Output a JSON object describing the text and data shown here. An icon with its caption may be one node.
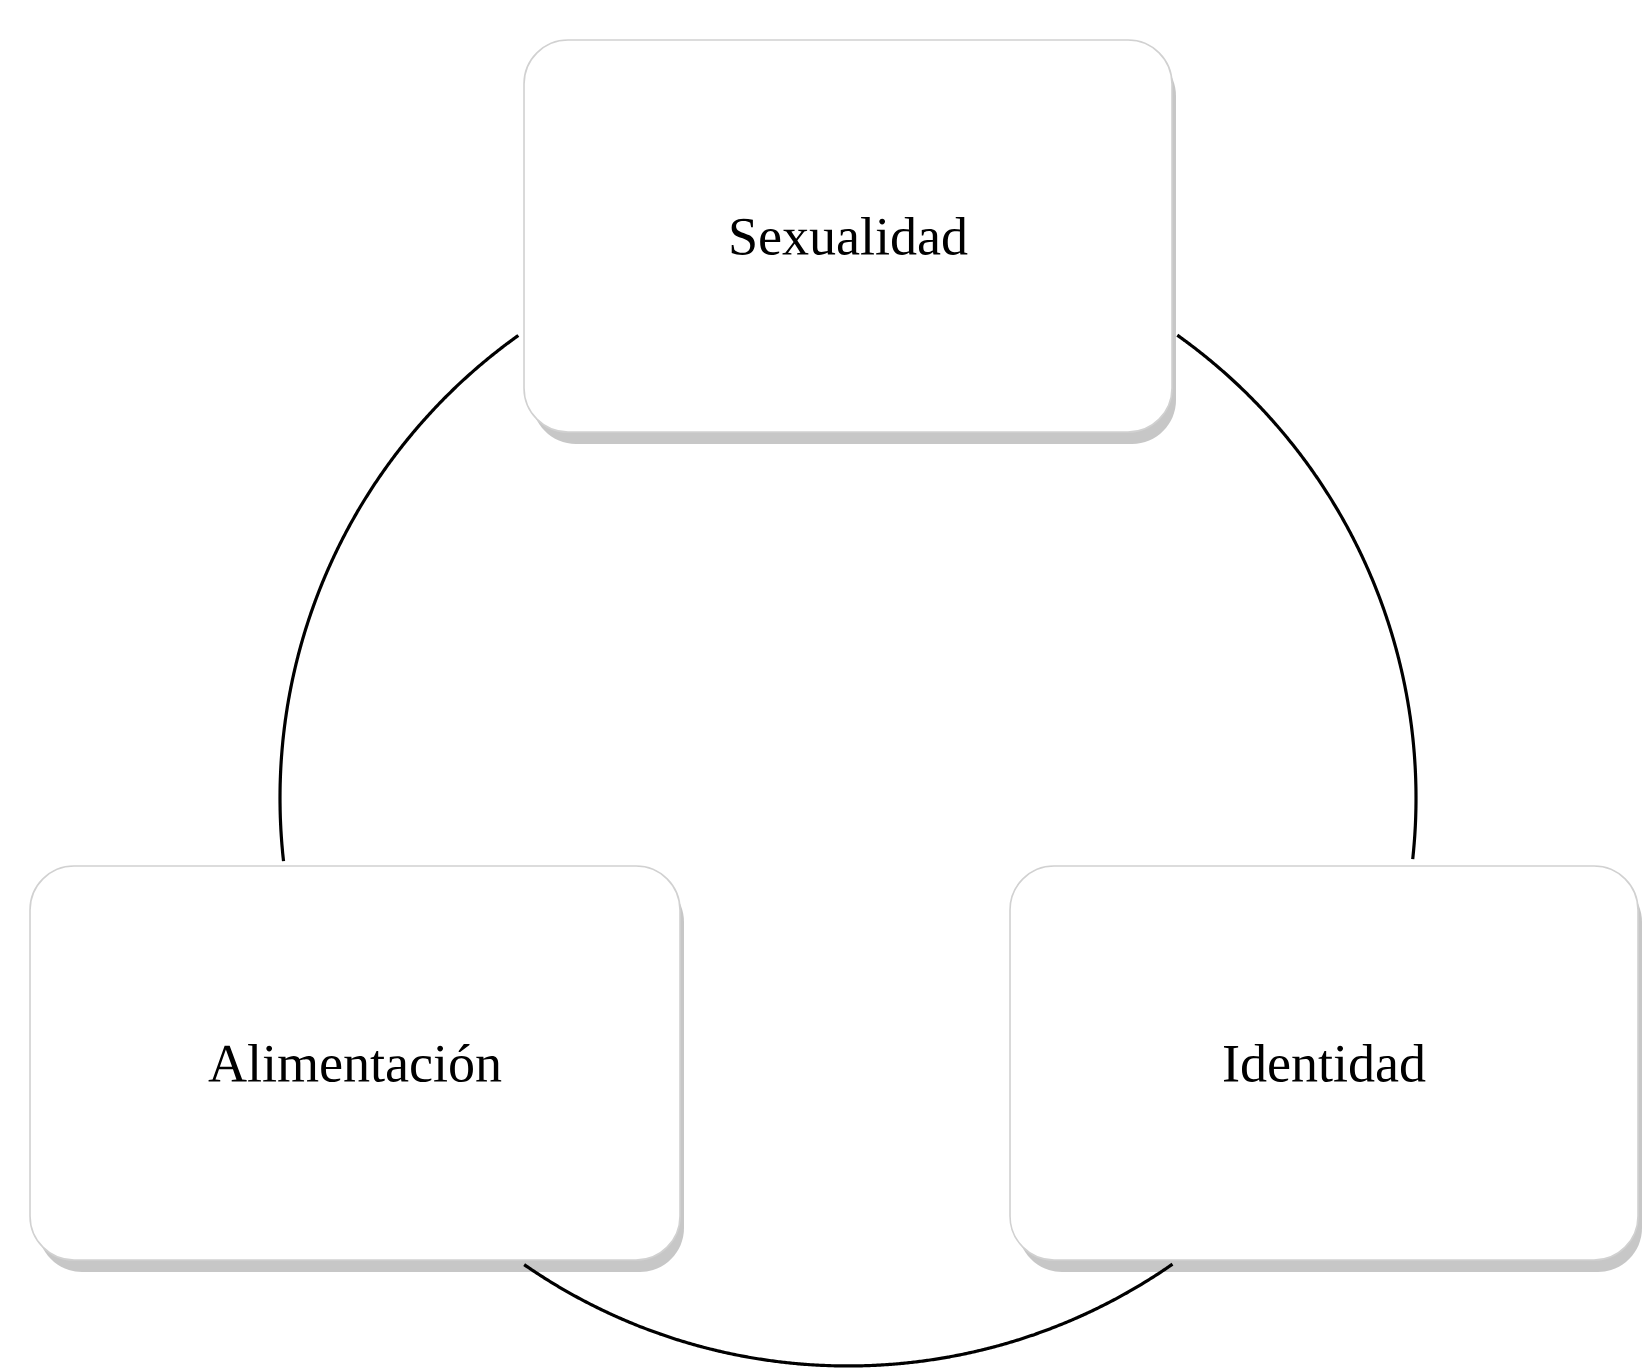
{
  "diagram": {
    "nodes": [
      {
        "text": [
          "Sexualidad"
        ]
      },
      {
        "text": [
          "Alimentación"
        ]
      },
      {
        "text": [
          "Identidad"
        ]
      }
    ],
    "edges": [
      {
        "from": 0,
        "to": 2,
        "arrow": "none"
      },
      {
        "from": 2,
        "to": 1,
        "arrow": "none"
      },
      {
        "from": 1,
        "to": 0,
        "arrow": "none"
      }
    ]
  }
}
